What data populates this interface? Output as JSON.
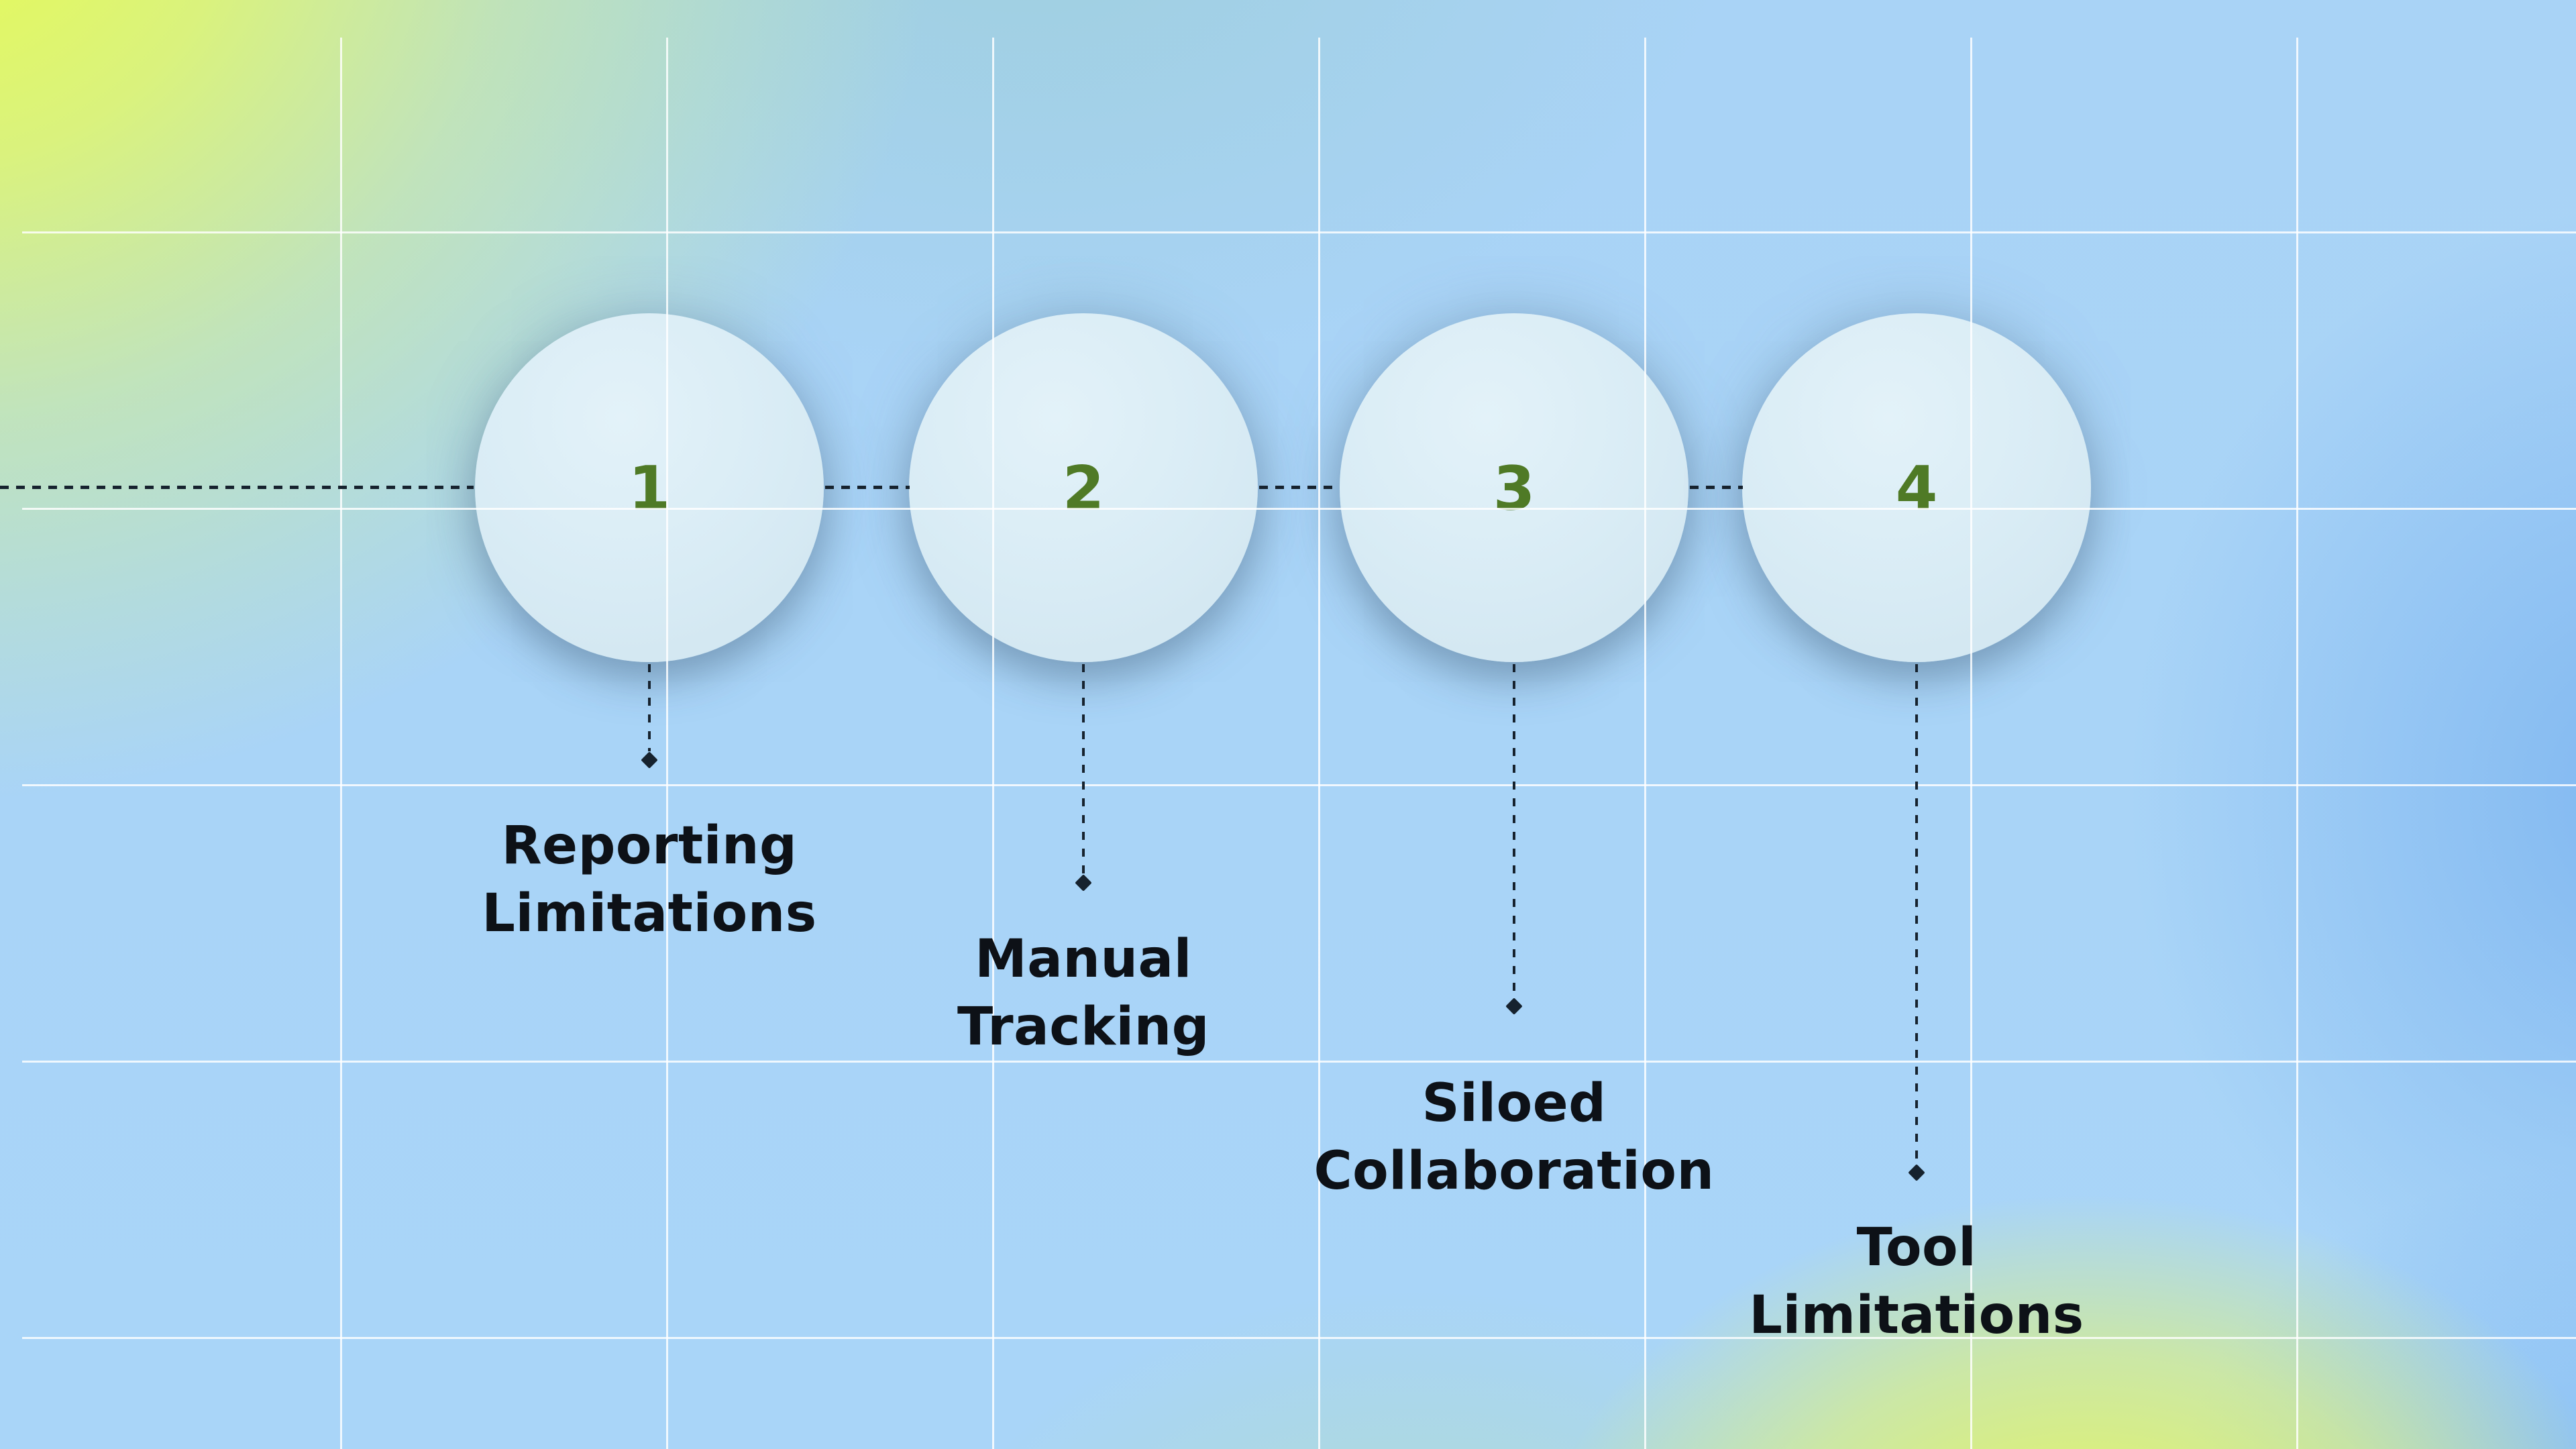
{
  "palette": {
    "background_top_left_yellow": "#e7fb55",
    "background_top_right_blue": "#a9d4f8",
    "background_mid_teal": "#b4ded5",
    "background_right_blue": "#84b9ef",
    "background_bottom_yellow": "#ddf45e",
    "background_bottom_left_blue": "#aad6f8",
    "grid_line_white": "#ffffff",
    "circle_fill_light_blue": "#d8ebf4",
    "step_number_green": "#4f7a26",
    "label_text_black": "#0d1117",
    "connector_dash_dark": "#16222e"
  },
  "timeline": {
    "steps": [
      {
        "number": "1",
        "label": "Reporting\nLimitations"
      },
      {
        "number": "2",
        "label": "Manual\nTracking"
      },
      {
        "number": "3",
        "label": "Siloed\nCollaboration"
      },
      {
        "number": "4",
        "label": "Tool\nLimitations"
      }
    ]
  }
}
